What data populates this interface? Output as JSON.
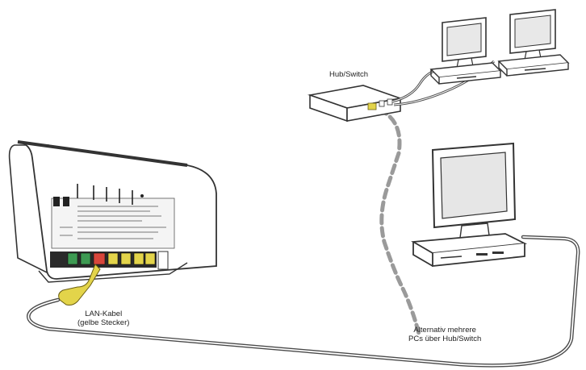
{
  "labels": {
    "hub": "Hub/Switch",
    "lan_cable_line1": "LAN-Kabel",
    "lan_cable_line2": "(gelbe Stecker)",
    "alt_line1": "Alternativ mehrere",
    "alt_line2": "PCs über Hub/Switch"
  },
  "colors": {
    "line": "#4a4a4a",
    "plug_yellow": "#e3d44a",
    "port_green": "#3d9a52",
    "port_red": "#d8463b",
    "dashed_cable": "#9a9a9a"
  },
  "icons": [
    "router-icon",
    "hub-switch-icon",
    "desktop-pc-icon",
    "monitor-icon",
    "lan-plug-icon"
  ]
}
